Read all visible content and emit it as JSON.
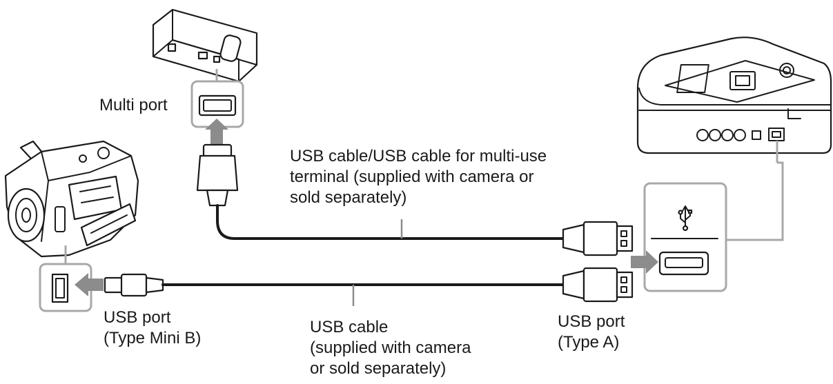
{
  "labels": {
    "multi_port": "Multi port",
    "multi_cable": [
      "USB cable/USB cable for multi-use",
      "terminal (supplied with camera or",
      "sold separately)"
    ],
    "usb_port_mini_b": [
      "USB port",
      "(Type Mini B)"
    ],
    "usb_cable": [
      "USB cable",
      "(supplied with camera",
      "or sold separately)"
    ],
    "usb_port_type_a": [
      "USB port",
      "(Type A)"
    ]
  },
  "colors": {
    "line": "#1a1a1a",
    "callout": "#a8a8a8",
    "arrow": "#8c8c8c"
  },
  "icons": {
    "usb_symbol": "usb-icon"
  }
}
